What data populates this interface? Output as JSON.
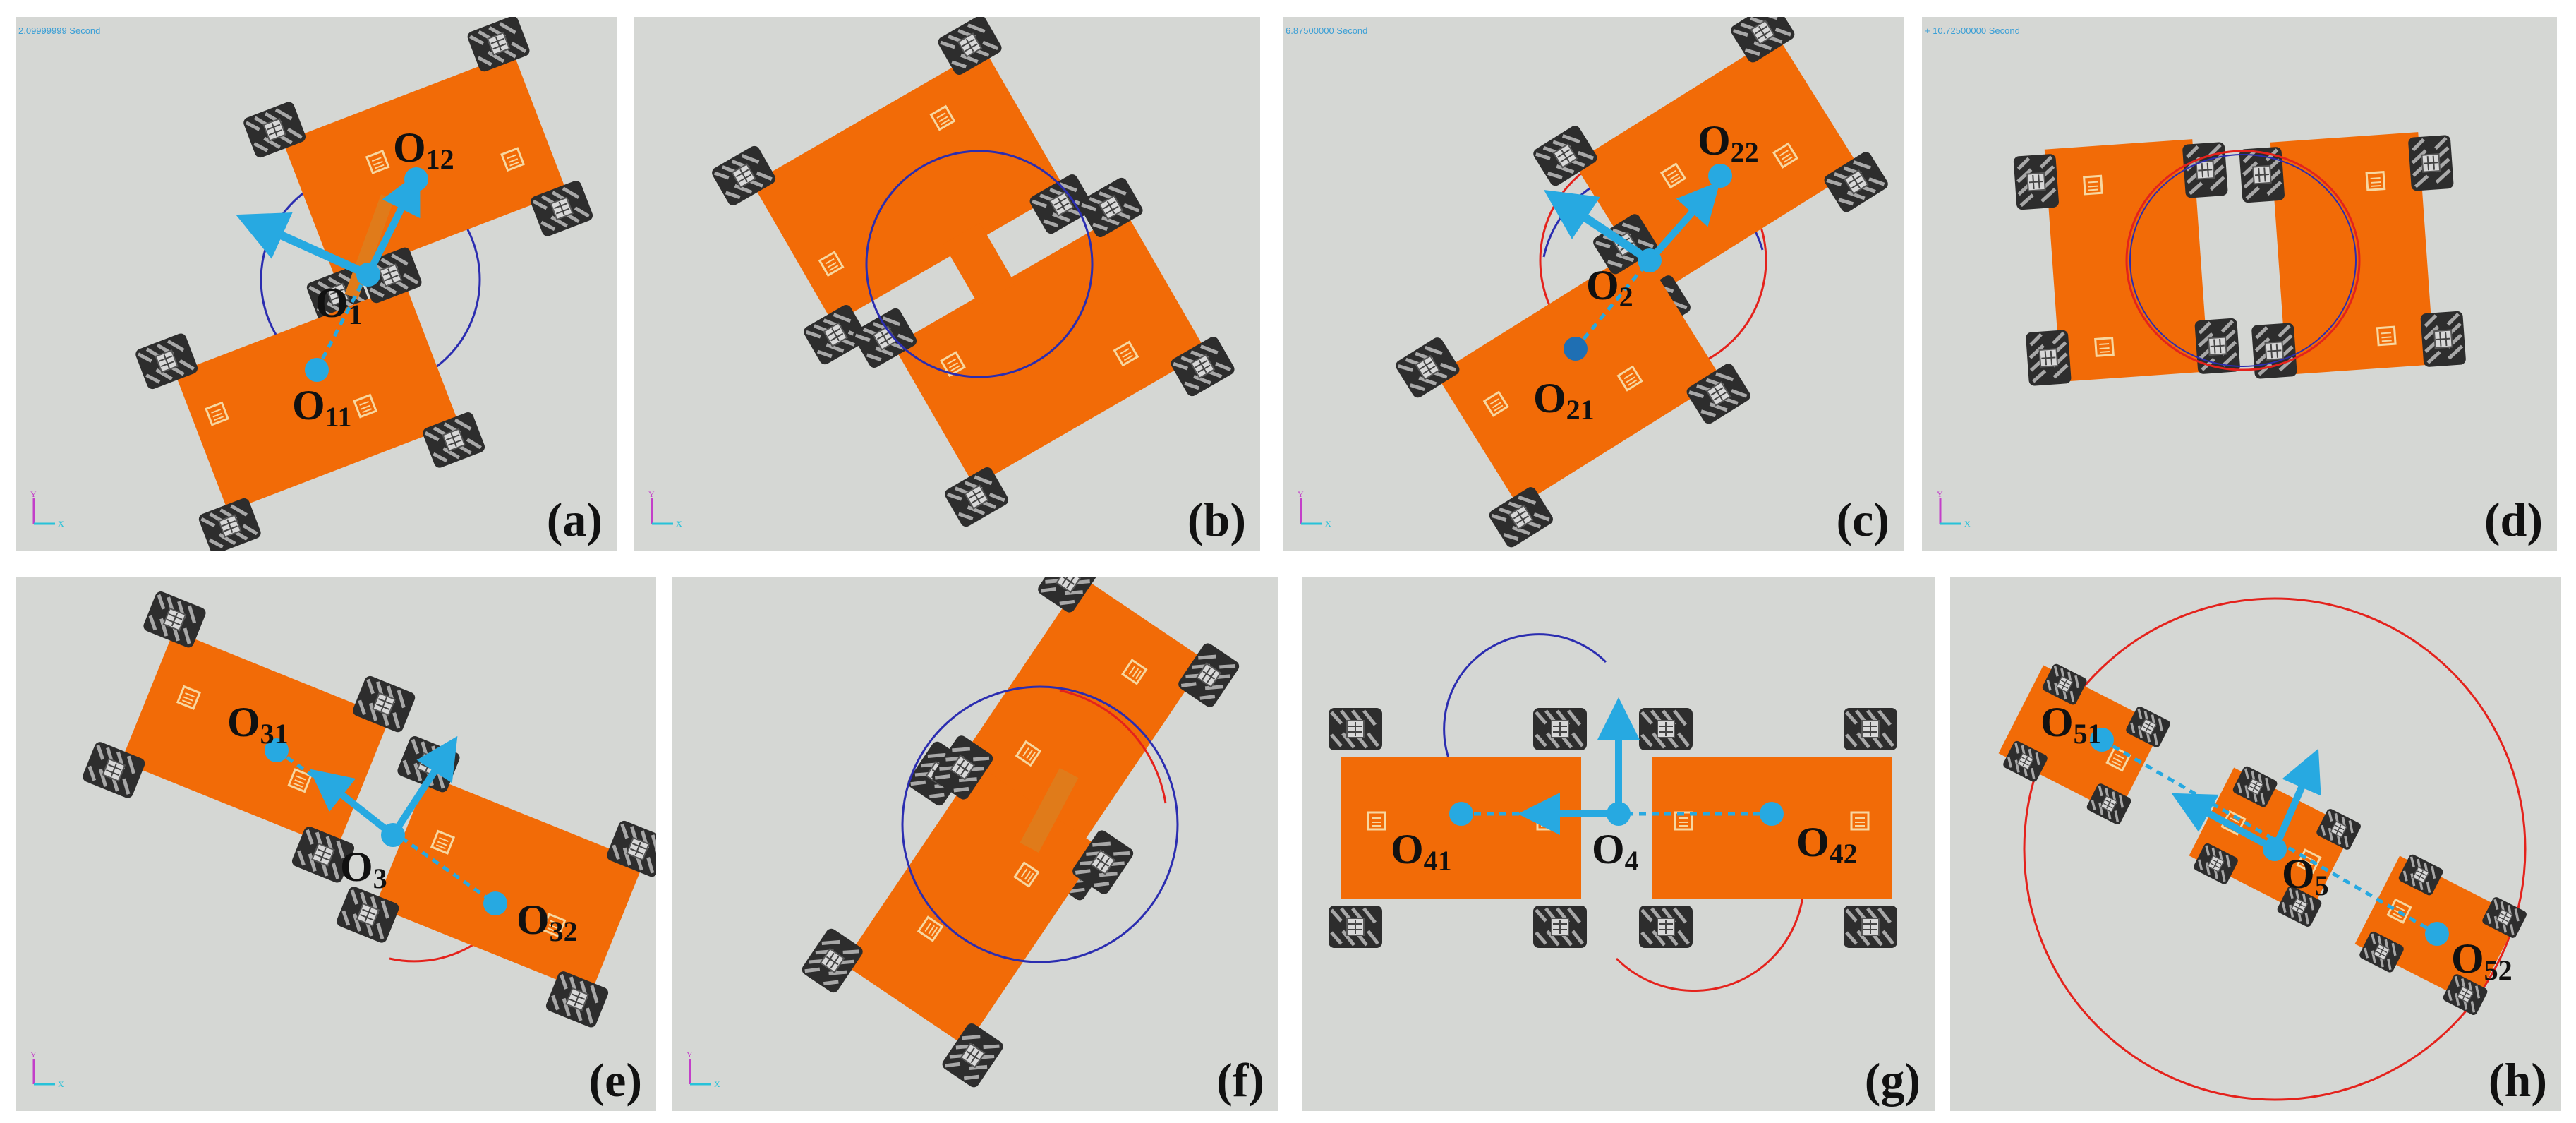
{
  "panels": [
    {
      "id": "a",
      "caption": "(a)",
      "timestamp": "2.09999999 Second",
      "axis_labels": {
        "y": "Y",
        "x": "X"
      },
      "points": [
        {
          "label": "O",
          "sub": "12"
        },
        {
          "label": "O",
          "sub": "1"
        },
        {
          "label": "O",
          "sub": "11"
        }
      ]
    },
    {
      "id": "b",
      "caption": "(b)",
      "axis_labels": {
        "y": "Y",
        "x": "X"
      }
    },
    {
      "id": "c",
      "caption": "(c)",
      "timestamp": "6.87500000 Second",
      "axis_labels": {
        "y": "Y",
        "x": "X"
      },
      "points": [
        {
          "label": "O",
          "sub": "22"
        },
        {
          "label": "O",
          "sub": "2"
        },
        {
          "label": "O",
          "sub": "21"
        }
      ]
    },
    {
      "id": "d",
      "caption": "(d)",
      "timestamp": "+ 10.72500000 Second",
      "axis_labels": {
        "y": "Y",
        "x": "X"
      }
    },
    {
      "id": "e",
      "caption": "(e)",
      "axis_labels": {
        "y": "Y",
        "x": "X"
      },
      "points": [
        {
          "label": "O",
          "sub": "31"
        },
        {
          "label": "O",
          "sub": "3"
        },
        {
          "label": "O",
          "sub": "32"
        }
      ]
    },
    {
      "id": "f",
      "caption": "(f)",
      "axis_labels": {
        "y": "Y",
        "x": "X"
      }
    },
    {
      "id": "g",
      "caption": "(g)",
      "points": [
        {
          "label": "O",
          "sub": "41"
        },
        {
          "label": "O",
          "sub": "4"
        },
        {
          "label": "O",
          "sub": "42"
        }
      ]
    },
    {
      "id": "h",
      "caption": "(h)",
      "points": [
        {
          "label": "O",
          "sub": "51"
        },
        {
          "label": "O",
          "sub": "5"
        },
        {
          "label": "O",
          "sub": "52"
        }
      ]
    }
  ],
  "colors": {
    "panel_bg": "#d5d7d4",
    "platform": "#f26b07",
    "arrow": "#27a9e1",
    "circle_blue": "#2b2db0",
    "circle_red": "#e4221c",
    "wheel": "#2a2a2a"
  }
}
